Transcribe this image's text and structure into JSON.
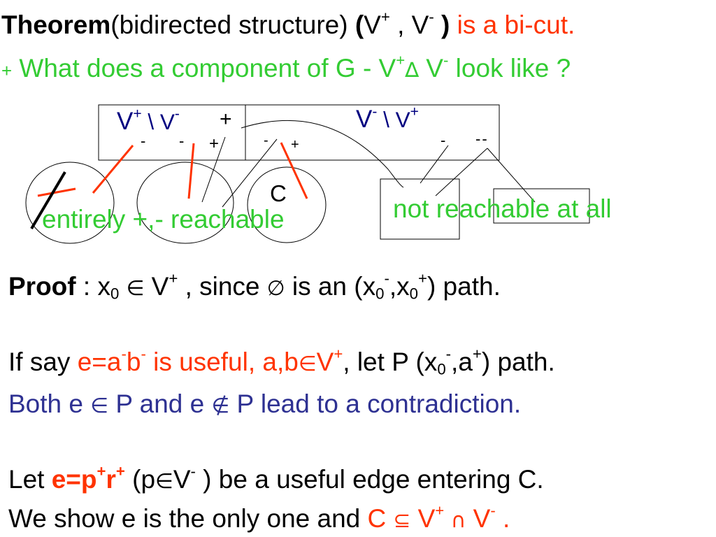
{
  "theorem": {
    "word": "Theorem",
    "paren": "(bidirected structure) ",
    "open": "(",
    "v": "V",
    "plus": "+",
    "comma": " , V",
    "minus": "-",
    "close": " )",
    "claim": " is a bi-cut."
  },
  "question": {
    "plus_mark": "+",
    "text": " What does a component of G - V",
    "plus": "+",
    "delta": "∆",
    "v2": " V",
    "minus": "-",
    "tail": " look like ?"
  },
  "diagram": {
    "left_box": {
      "v": "V",
      "plus": "+",
      "sep": " \\ V",
      "minus": "-"
    },
    "left_plus": "+",
    "right_box": {
      "v": "V",
      "minus": "-",
      "sep": " \\ V",
      "plus": "+"
    },
    "signs": [
      "-",
      "-",
      "+",
      "-",
      "+",
      "-",
      "--"
    ],
    "c_label": "C",
    "entirely": "entirely +,- reachable",
    "not_reachable": "not reachable at all",
    "colors": {
      "red": "#ff3300",
      "green": "#33cc33",
      "black": "#000000"
    }
  },
  "proof": {
    "word": "Proof",
    "t1": " : x",
    "sub0": "0",
    "in": "∈",
    "t2": " V",
    "plus": "+",
    "t3": " , since ",
    "empty": "∅",
    "t4": " is an (x",
    "sub1": "0",
    "minus": "-",
    "t5": ",x",
    "sub2": "0",
    "plus2": "+",
    "t6": ") path."
  },
  "ifsay": {
    "t1": "If say  ",
    "e": "e=a",
    "m1": "-",
    "b": "b",
    "m2": "-",
    "useful": " is useful, a,b",
    "in": "∈",
    "v": "V",
    "plus": "+",
    "t2": ", let P  (x",
    "sub": "0",
    "minus": "-",
    "t3": ",a",
    "plus2": "+",
    "t4": ") path."
  },
  "both": {
    "t1": "Both e ",
    "in": "∈",
    "t2": " P and e ",
    "notin": "∉",
    "t3": " P lead to a contradiction."
  },
  "let": {
    "t1": "Let ",
    "e": "e=p",
    "plus1": "+",
    "r": "r",
    "plus2": "+",
    "t2": "  (p",
    "in": "∈",
    "t3": "V",
    "minus": "-",
    "t4": " ) be a useful edge entering C."
  },
  "show": {
    "t1": "We show e is the only one and  ",
    "c": "C ",
    "subseteq": "⊆",
    "v": " V",
    "plus": "+",
    "cap": " ∩",
    "v2": " V",
    "minus": "-",
    "dot": " ."
  }
}
